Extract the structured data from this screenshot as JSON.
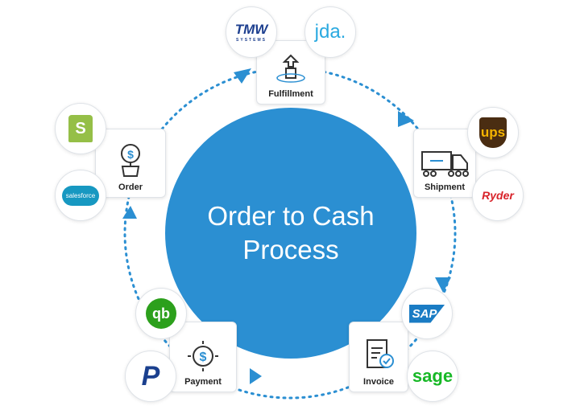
{
  "center": {
    "line1": "Order to Cash",
    "line2": "Process"
  },
  "steps": [
    {
      "label": "Fulfillment"
    },
    {
      "label": "Shipment"
    },
    {
      "label": "Invoice"
    },
    {
      "label": "Payment"
    },
    {
      "label": "Order"
    }
  ],
  "logos": {
    "tmw": "TMW",
    "tmw_sub": "SYSTEMS",
    "jda": "jda.",
    "ups": "ups",
    "ryder": "Ryder",
    "sap": "SAP",
    "sage": "sage",
    "qb": "qb",
    "paypal": "P",
    "shopify": "S",
    "salesforce": "salesforce"
  },
  "colors": {
    "accent": "#2b8fd2",
    "dots": "#2b8fd2"
  }
}
